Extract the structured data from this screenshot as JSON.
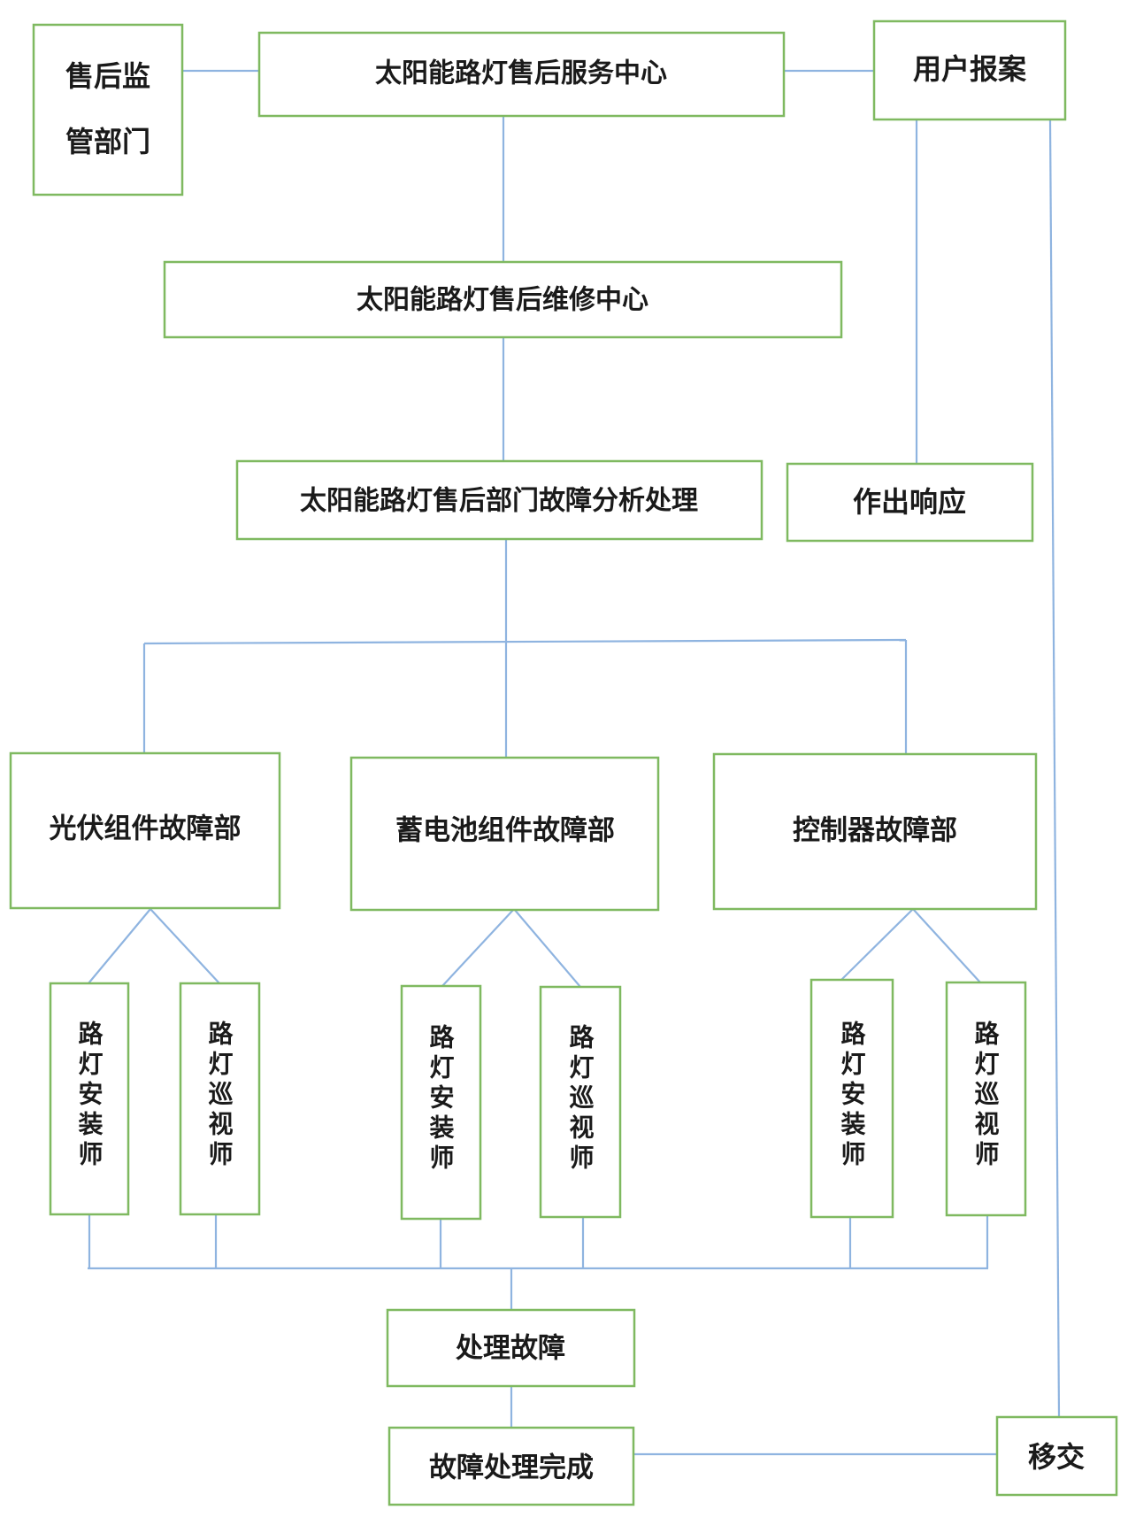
{
  "nodes": {
    "supervision": "售后监管部门",
    "supervision_line1": "售后监",
    "supervision_line2": "管部门",
    "service_center": "太阳能路灯售后服务中心",
    "user_report": "用户报案",
    "repair_center": "太阳能路灯售后维修中心",
    "fault_analysis": "太阳能路灯售后部门故障分析处理",
    "respond": "作出响应",
    "pv_dept": "光伏组件故障部",
    "battery_dept": "蓄电池组件故障部",
    "controller_dept": "控制器故障部",
    "installer": "路灯安装师",
    "patroller": "路灯巡视师",
    "handle_fault": "处理故障",
    "fault_done": "故障处理完成",
    "transfer": "移交"
  },
  "colors": {
    "node_border": "#7fb960",
    "connector": "#8fb4e0",
    "text": "#1a1a1a"
  }
}
